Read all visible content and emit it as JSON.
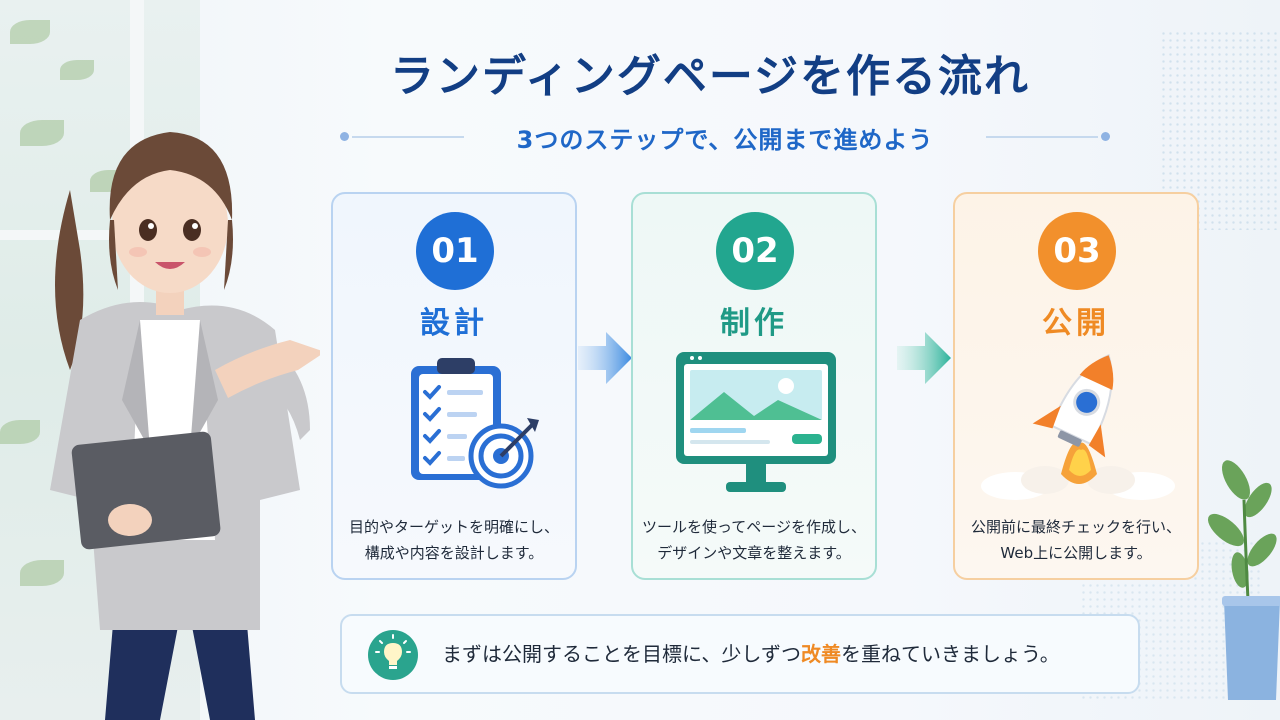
{
  "title": "ランディングページを作る流れ",
  "subtitle": "3つのステップで、公開まで進めよう",
  "steps": [
    {
      "number": "01",
      "title": "設計",
      "desc_line1": "目的やターゲットを明確にし、",
      "desc_line2": "構成や内容を設計します。",
      "icon": "clipboard-target-icon",
      "color": "#1f6fd6"
    },
    {
      "number": "02",
      "title": "制作",
      "desc_line1": "ツールを使ってページを作成し、",
      "desc_line2": "デザインや文章を整えます。",
      "icon": "monitor-webpage-icon",
      "color": "#22a68f"
    },
    {
      "number": "03",
      "title": "公開",
      "desc_line1": "公開前に最終チェックを行い、",
      "desc_line2": "Web上に公開します。",
      "icon": "rocket-icon",
      "color": "#f2902c"
    }
  ],
  "tip": {
    "before": "まずは公開することを目標に、少しずつ",
    "highlight": "改善",
    "after": "を重ねていきましょう。",
    "icon": "lightbulb-icon"
  },
  "colors": {
    "title": "#123e84",
    "subtitle": "#1f67c7",
    "highlight": "#ef8a24"
  }
}
